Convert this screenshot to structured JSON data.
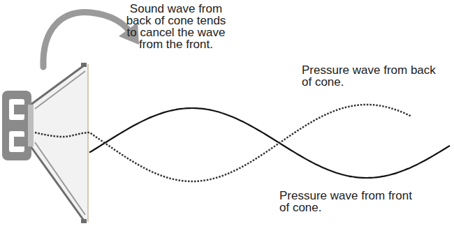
{
  "diagram": {
    "labels": [
      "Sound wave from back of cone tends to cancel the wave from the front.",
      "Pressure wave from back of cone.",
      "Pressure wave from front of cone."
    ]
  }
}
